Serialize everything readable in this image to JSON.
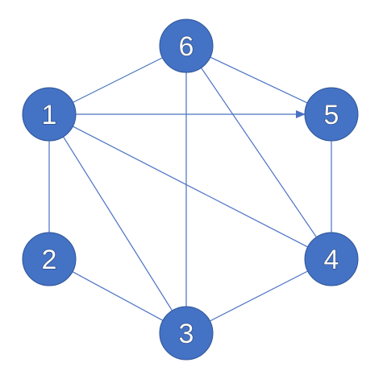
{
  "graph": {
    "nodes": [
      {
        "id": "1",
        "label": "1"
      },
      {
        "id": "2",
        "label": "2"
      },
      {
        "id": "3",
        "label": "3"
      },
      {
        "id": "4",
        "label": "4"
      },
      {
        "id": "5",
        "label": "5"
      },
      {
        "id": "6",
        "label": "6"
      }
    ],
    "edges": [
      {
        "from": "1",
        "to": "6",
        "directed": false
      },
      {
        "from": "1",
        "to": "5",
        "directed": true
      },
      {
        "from": "1",
        "to": "2",
        "directed": false
      },
      {
        "from": "1",
        "to": "3",
        "directed": false
      },
      {
        "from": "1",
        "to": "4",
        "directed": false
      },
      {
        "from": "6",
        "to": "5",
        "directed": false
      },
      {
        "from": "6",
        "to": "3",
        "directed": false
      },
      {
        "from": "6",
        "to": "4",
        "directed": false
      },
      {
        "from": "5",
        "to": "4",
        "directed": false
      },
      {
        "from": "2",
        "to": "3",
        "directed": false
      },
      {
        "from": "3",
        "to": "4",
        "directed": false
      }
    ],
    "colors": {
      "node_fill": "#4472c4",
      "node_stroke": "#2f5597",
      "edge": "#4a72c4",
      "label": "#ffffff"
    }
  }
}
